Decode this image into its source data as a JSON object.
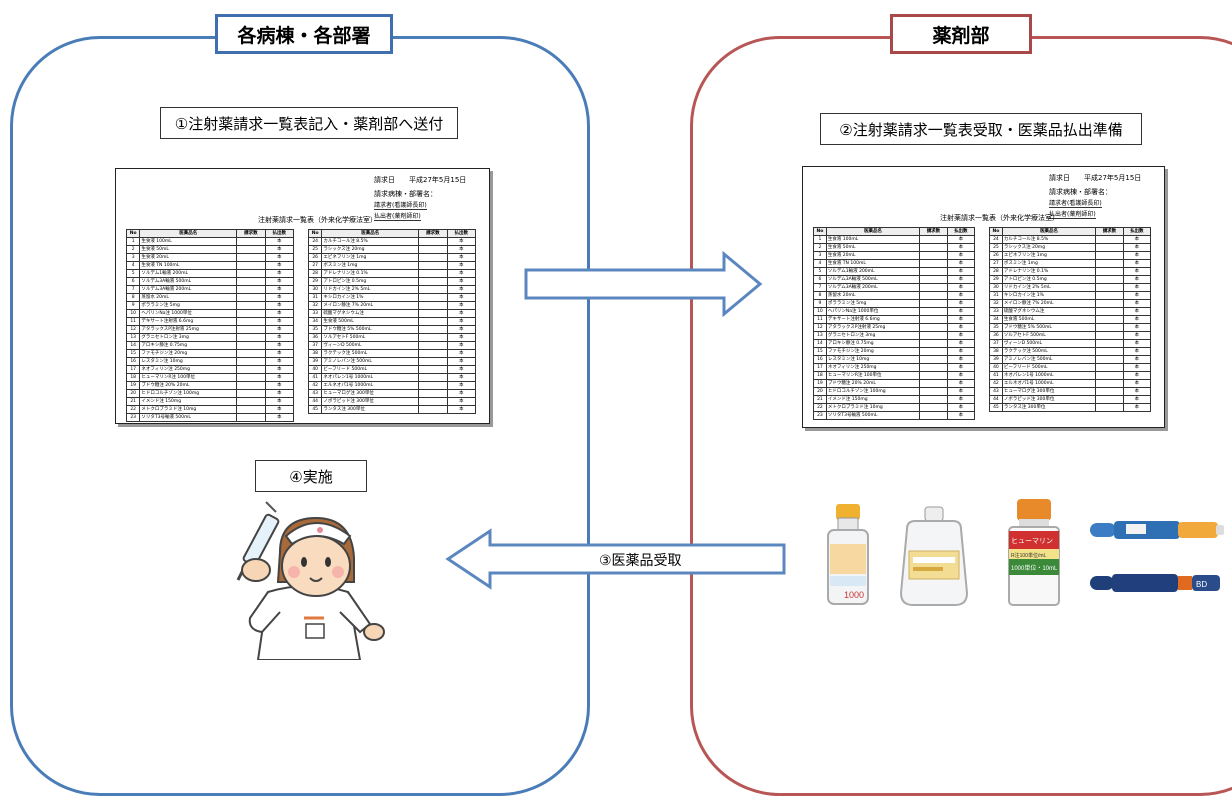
{
  "departments": {
    "left_title": "各病棟・各部署",
    "right_title": "薬剤部"
  },
  "steps": {
    "step1": "①注射薬請求一覧表記入・薬剤部へ送付",
    "step2": "②注射薬請求一覧表受取・医薬品払出準備",
    "step3": "③医薬品受取",
    "step4": "④実施"
  },
  "form": {
    "date_label": "請求日",
    "date_value": "平成27年5月15日",
    "dept_label": "請求病棟・部署名：",
    "sign1": "請求者(看護師長印)",
    "sign2": "払出者(薬剤師印)",
    "title": "注射薬請求一覧表（外来化学療法室）",
    "headers": [
      "No",
      "医薬品名",
      "請求数",
      "払出数"
    ],
    "mark": "本",
    "rows": [
      [
        "1",
        "生食液 100mL"
      ],
      [
        "2",
        "生食液 50mL"
      ],
      [
        "3",
        "生食液 20mL"
      ],
      [
        "4",
        "生食液 TN 100mL"
      ],
      [
        "5",
        "ソルデム1輸液 200mL"
      ],
      [
        "6",
        "ソルデム3A輸液 500mL"
      ],
      [
        "7",
        "ソルデム3A輸液 200mL"
      ],
      [
        "8",
        "蒸留水 20mL"
      ],
      [
        "9",
        "ポララミン注 5mg"
      ],
      [
        "10",
        "ヘパリンNa注 1000単位"
      ],
      [
        "11",
        "デキサート注射液 6.6mg"
      ],
      [
        "12",
        "アタラックスP注射液 25mg"
      ],
      [
        "13",
        "グラニセトロン注 3mg"
      ],
      [
        "14",
        "アロキシ静注 0.75mg"
      ],
      [
        "15",
        "ファモチジン注 20mg"
      ],
      [
        "16",
        "レスタミン注 10mg"
      ],
      [
        "17",
        "ネオフィリン注 250mg"
      ],
      [
        "18",
        "ヒューマリンR注 100単位"
      ],
      [
        "19",
        "ブドウ糖注 20% 20mL"
      ],
      [
        "20",
        "ヒドロコルチゾン注 100mg"
      ],
      [
        "21",
        "イメンド注 150mg"
      ],
      [
        "22",
        "メトクロプラミド注 10mg"
      ],
      [
        "23",
        "ソリタT3号輸液 500mL"
      ],
      [
        "24",
        "カルチコール注 8.5%"
      ],
      [
        "25",
        "ラシックス注 20mg"
      ],
      [
        "26",
        "エピネフリン注 1mg"
      ],
      [
        "27",
        "ボスミン注 1mg"
      ],
      [
        "28",
        "アドレナリン注 0.1%"
      ],
      [
        "29",
        "アトロピン注 0.5mg"
      ],
      [
        "30",
        "リドカイン注 2% 5mL"
      ],
      [
        "31",
        "キシロカイン注 1%"
      ],
      [
        "32",
        "メイロン静注 7% 20mL"
      ],
      [
        "33",
        "硫酸マグネシウム注"
      ],
      [
        "34",
        "生食液 500mL"
      ],
      [
        "35",
        "ブドウ糖注 5% 500mL"
      ],
      [
        "36",
        "ソルアセトF 500mL"
      ],
      [
        "37",
        "ヴィーンD 500mL"
      ],
      [
        "38",
        "ラクテック注 500mL"
      ],
      [
        "39",
        "アミノレバン注 500mL"
      ],
      [
        "40",
        "ビーフリード 500mL"
      ],
      [
        "41",
        "ネオパレン1号 1000mL"
      ],
      [
        "42",
        "エルネオパ1号 1000mL"
      ],
      [
        "43",
        "ヒューマログ注 300単位"
      ],
      [
        "44",
        "ノボラピッド注 300単位"
      ],
      [
        "45",
        "ランタス注 300単位"
      ]
    ]
  },
  "medicines": {
    "vial_label": "1000",
    "humulin_brand": "ヒューマリン",
    "humulin_sub": "R注100単位/mL",
    "humulin_dose": "1000単位・10mL",
    "pen_label": "BD"
  },
  "colors": {
    "left_border": "#4a7db8",
    "right_border": "#b85555",
    "arrow_fill": "#ffffff",
    "arrow_stroke": "#5b87c0"
  }
}
